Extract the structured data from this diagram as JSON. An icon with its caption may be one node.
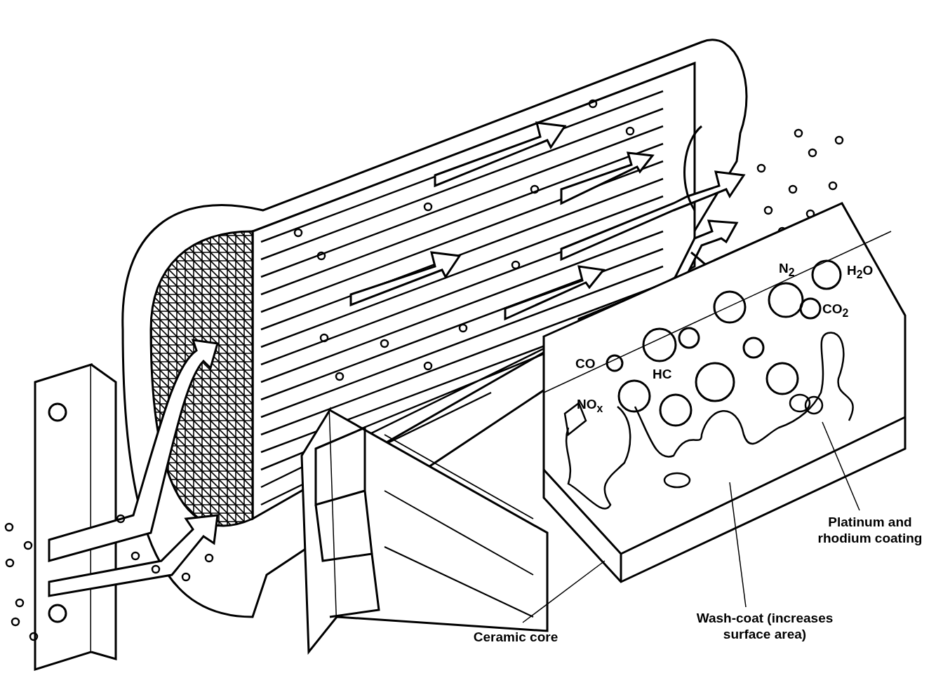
{
  "diagram": {
    "nodes": [
      {
        "text": [
          "Ceramic core"
        ]
      },
      {
        "text": [
          "Wash-coat (increases surface area)"
        ]
      },
      {
        "text": [
          "Platinum and rhodium coating"
        ]
      }
    ],
    "edges": [
      {
        "from": 0,
        "to": null,
        "arrow": "none"
      },
      {
        "from": 1,
        "to": null,
        "arrow": "none"
      },
      {
        "from": 2,
        "to": null,
        "arrow": "none"
      }
    ],
    "labels": [
      "N$_{2}$",
      "H$_{2}$O",
      "CO$_{2}$",
      "CO",
      "HC",
      "NO$_{x}$"
    ]
  }
}
